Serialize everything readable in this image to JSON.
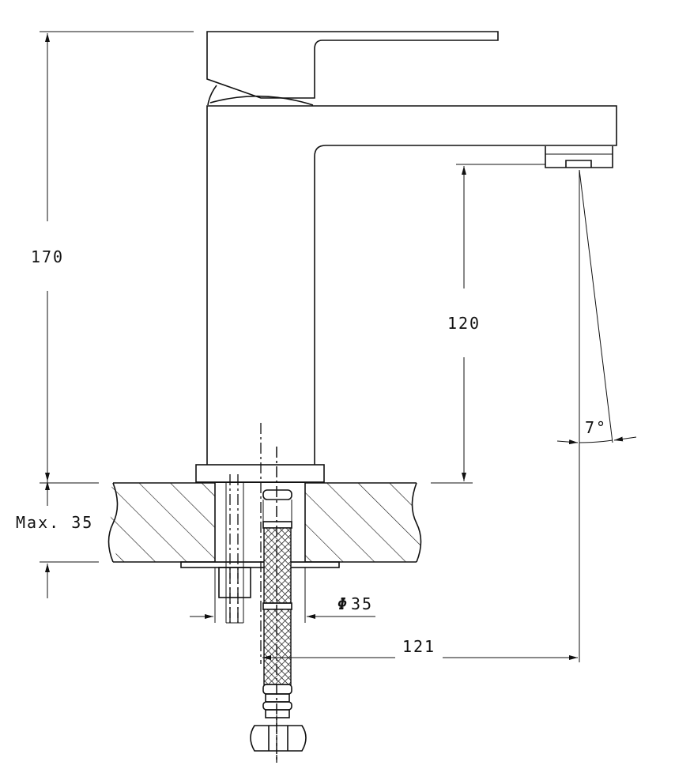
{
  "dimensions": {
    "overall_height": "170",
    "spout_height": "120",
    "max_deck": "Max. 35",
    "hole_diameter": "35",
    "diameter_symbol": "Φ",
    "reach": "121",
    "angle": "7°"
  }
}
